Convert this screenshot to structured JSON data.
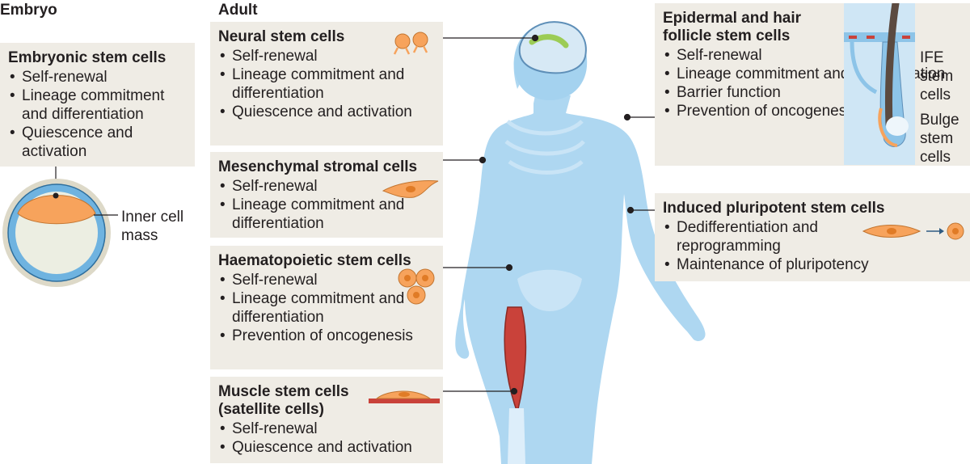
{
  "sections": {
    "embryo": "Embryo",
    "adult": "Adult"
  },
  "embryonic": {
    "title": "Embryonic stem cells",
    "items": [
      "Self-renewal",
      "Lineage commitment and differentiation",
      "Quiescence and activation"
    ],
    "label": "Inner cell mass"
  },
  "neural": {
    "title": "Neural stem cells",
    "items": [
      "Self-renewal",
      "Lineage commitment and differentiation",
      "Quiescence and activation"
    ]
  },
  "mesenchymal": {
    "title": "Mesenchymal stromal cells",
    "items": [
      "Self-renewal",
      "Lineage commitment and differentiation"
    ]
  },
  "haematopoietic": {
    "title": "Haematopoietic stem cells",
    "items": [
      "Self-renewal",
      "Lineage commitment and differentiation",
      "Prevention of oncogenesis"
    ]
  },
  "muscle": {
    "title": "Muscle stem cells (satellite cells)",
    "items": [
      "Self-renewal",
      "Quiescence and activation"
    ]
  },
  "epidermal": {
    "title": "Epidermal and hair follicle stem cells",
    "items": [
      "Self-renewal",
      "Lineage commitment and differentiation",
      "Barrier function",
      "Prevention of oncogenesis"
    ],
    "ife_label": "IFE stem cells",
    "bulge_label": "Bulge stem cells"
  },
  "ipsc": {
    "title": "Induced pluripotent stem cells",
    "items": [
      "Dedifferentiation and reprogramming",
      "Maintenance of pluripotency"
    ]
  },
  "colors": {
    "box_bg": "#efece5",
    "body": "#aed7f1",
    "cell_orange": "#f7a35c",
    "membrane_blue": "#6fb3e0",
    "muscle_red": "#c9423a"
  }
}
